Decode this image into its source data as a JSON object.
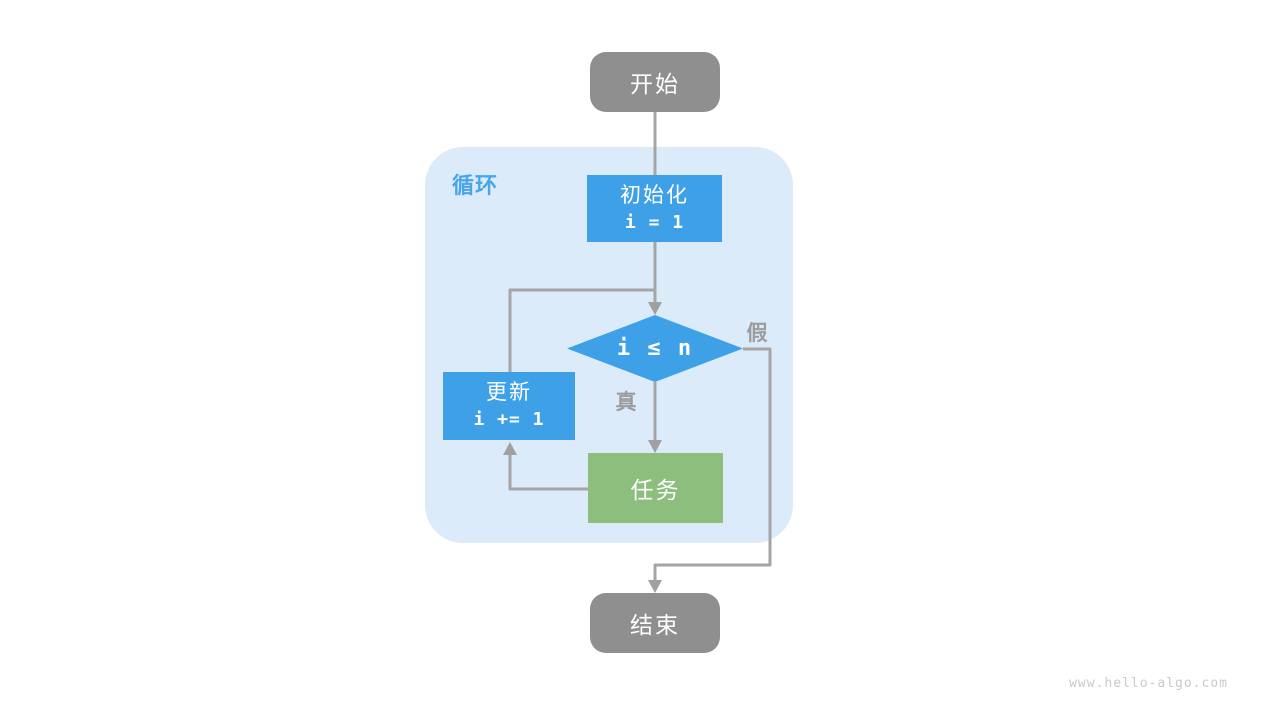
{
  "diagram": {
    "container_label": "循环",
    "nodes": {
      "start": {
        "label": "开始"
      },
      "init": {
        "label": "初始化",
        "code": "i = 1"
      },
      "condition": {
        "code": "i ≤ n"
      },
      "update": {
        "label": "更新",
        "code": "i += 1"
      },
      "task": {
        "label": "任务"
      },
      "end": {
        "label": "结束"
      }
    },
    "edge_labels": {
      "true_branch": "真",
      "false_branch": "假"
    },
    "colors": {
      "process_blue": "#3ea1e8",
      "task_green": "#8dbe7d",
      "terminal_gray": "#8f8f8f",
      "connector_gray": "#a5a5a5",
      "container_fill": "#dbebfa",
      "container_label_blue": "#47a5ea",
      "edge_label_gray": "#9c9c9c"
    }
  },
  "page": {
    "watermark": "www.hello-algo.com"
  }
}
